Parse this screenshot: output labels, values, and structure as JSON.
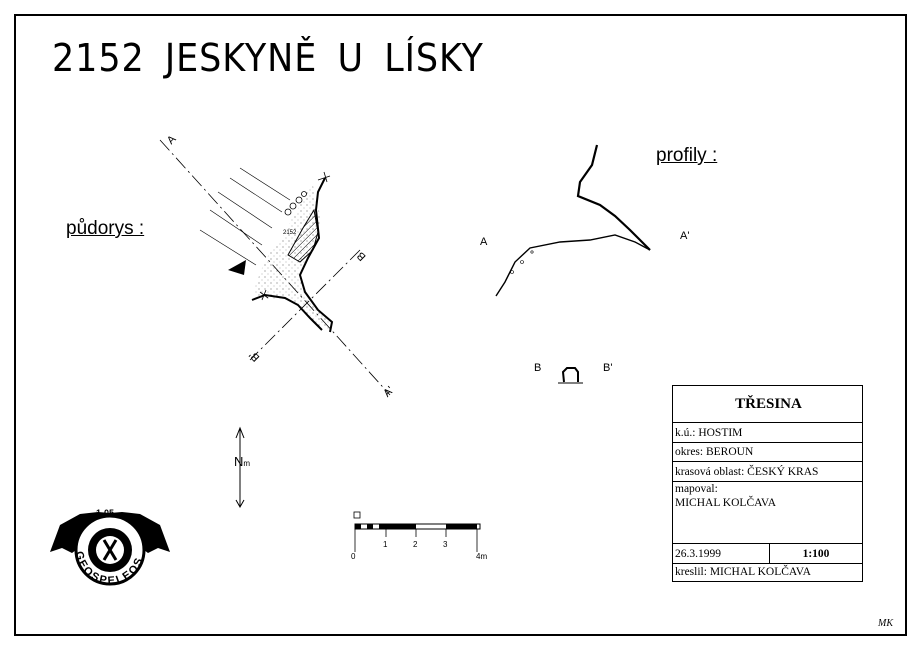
{
  "title": {
    "number": "2152",
    "word1": "JESKYNĚ",
    "word2": "U",
    "word3": "LÍSKY"
  },
  "plan": {
    "label": "půdorys :",
    "section_labels": [
      "A",
      "A'",
      "B",
      "B'"
    ],
    "cave_number": "2152"
  },
  "profiles": {
    "label": "profily :",
    "aa_left": "A",
    "aa_right": "A'",
    "bb_left": "B",
    "bb_right": "B'"
  },
  "north_arrow": {
    "letter": "N",
    "suffix": "m"
  },
  "scale_bar": {
    "ticks": [
      "0",
      "1",
      "2",
      "3",
      "4"
    ],
    "unit": "m"
  },
  "logo": {
    "code": "1-05",
    "text": "GEOSPELEOS"
  },
  "info_table": {
    "name": "TŘESINA",
    "ku": "k.ú.: HOSTIM",
    "okres": "okres: BEROUN",
    "krasova_oblast": "krasová oblast: ČESKÝ KRAS",
    "mapoval_label": "mapoval:",
    "mapoval_name": "MICHAL KOLČAVA",
    "date": "26.3.1999",
    "scale": "1:100",
    "kreslil": "kreslil: MICHAL KOLČAVA"
  },
  "signature": "MK"
}
